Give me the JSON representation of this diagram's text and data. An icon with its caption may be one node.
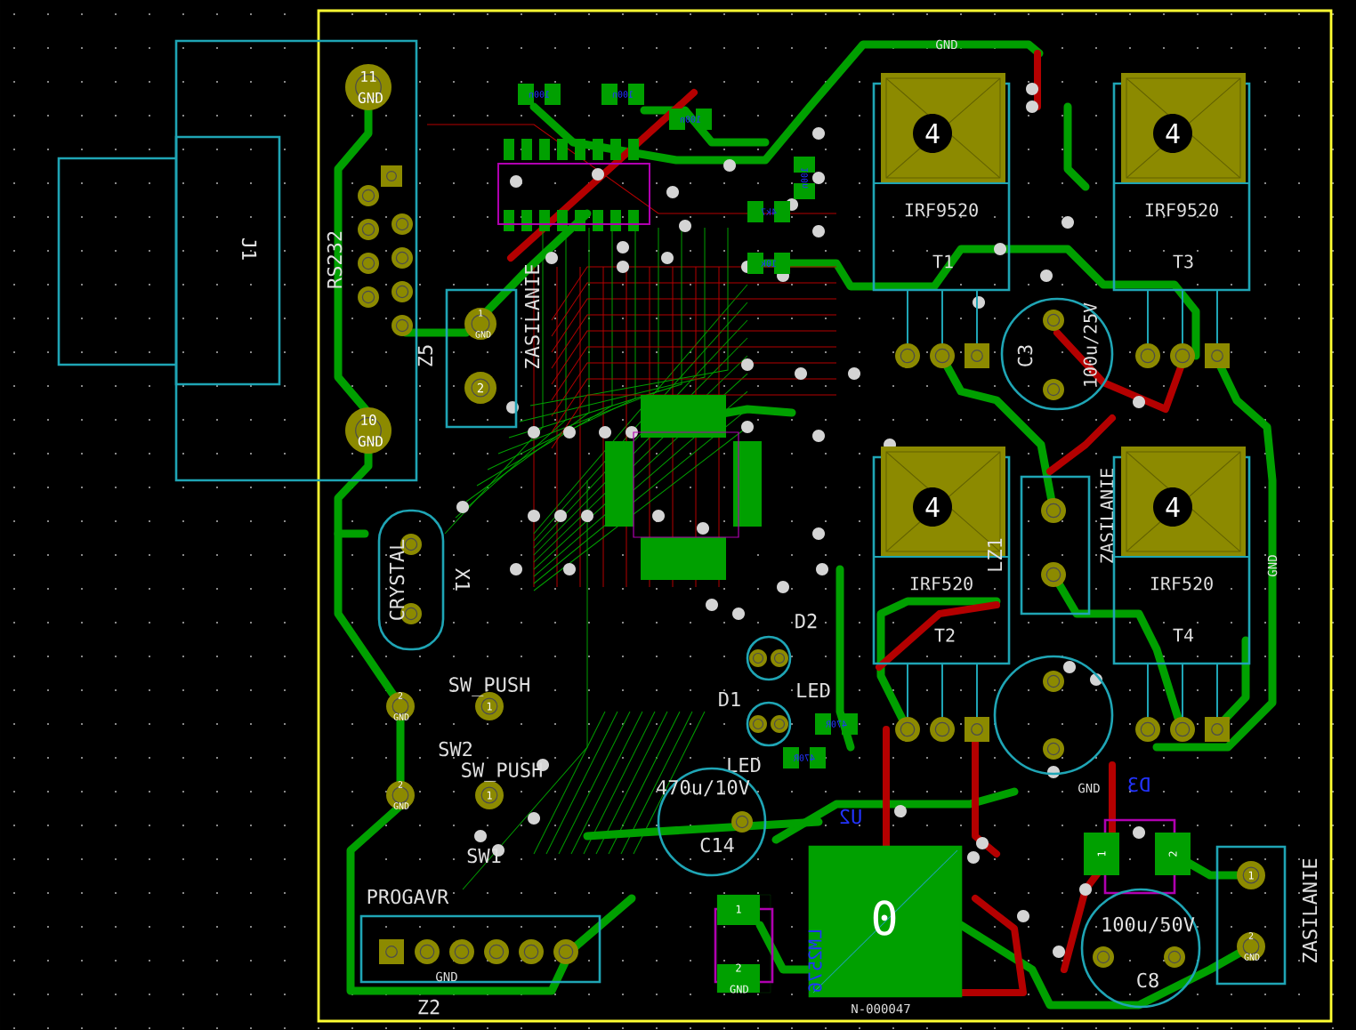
{
  "diagram": {
    "nodes": [
      {
        "text": [
          "RS232",
          "J1"
        ]
      },
      {
        "text": [
          "1 GND",
          "2",
          "ZASILANIE",
          "Z5"
        ]
      },
      {
        "text": [
          "4",
          "IRF9520",
          "T1"
        ]
      },
      {
        "text": [
          "4",
          "IRF9520",
          "T3"
        ]
      },
      {
        "text": [
          "C3",
          "100u/25V"
        ]
      },
      {
        "text": [
          "4",
          "IRF520",
          "T2"
        ]
      },
      {
        "text": [
          "LZ1",
          "ZASILANIE"
        ]
      },
      {
        "text": [
          "4",
          "IRF520",
          "T4"
        ]
      },
      {
        "text": [
          "CRYSTAL",
          "X1"
        ]
      },
      {
        "text": [
          "D2",
          "LED"
        ]
      },
      {
        "text": [],
        "shape": "circle"
      },
      {
        "text": [
          "D1",
          "LED"
        ]
      },
      {
        "text": [
          "470u/10V",
          "C14"
        ]
      },
      {
        "text": [
          "0",
          "N-000047"
        ]
      },
      {
        "text": [
          "1",
          "2 GND"
        ]
      },
      {
        "text": [
          "1",
          "2"
        ]
      },
      {
        "text": [
          "1",
          "2 GND",
          "ZASILANIE"
        ]
      },
      {
        "text": [
          "100u/50V",
          "C8"
        ]
      },
      {
        "text": [
          "PROGAVR",
          "GND",
          "Z2"
        ]
      }
    ],
    "labels": [
      "GND",
      "11 GND",
      "10 GND",
      "SW_PUSH",
      "2 GND",
      "1",
      "SW2",
      "SW_PUSH",
      "2 GND",
      "1",
      "SW1",
      "GND",
      "GND",
      "D3",
      "U2",
      "LM2576",
      "100n",
      "100n",
      "100n",
      "100n",
      "4k7",
      "10k",
      "470R",
      "470R"
    ]
  }
}
